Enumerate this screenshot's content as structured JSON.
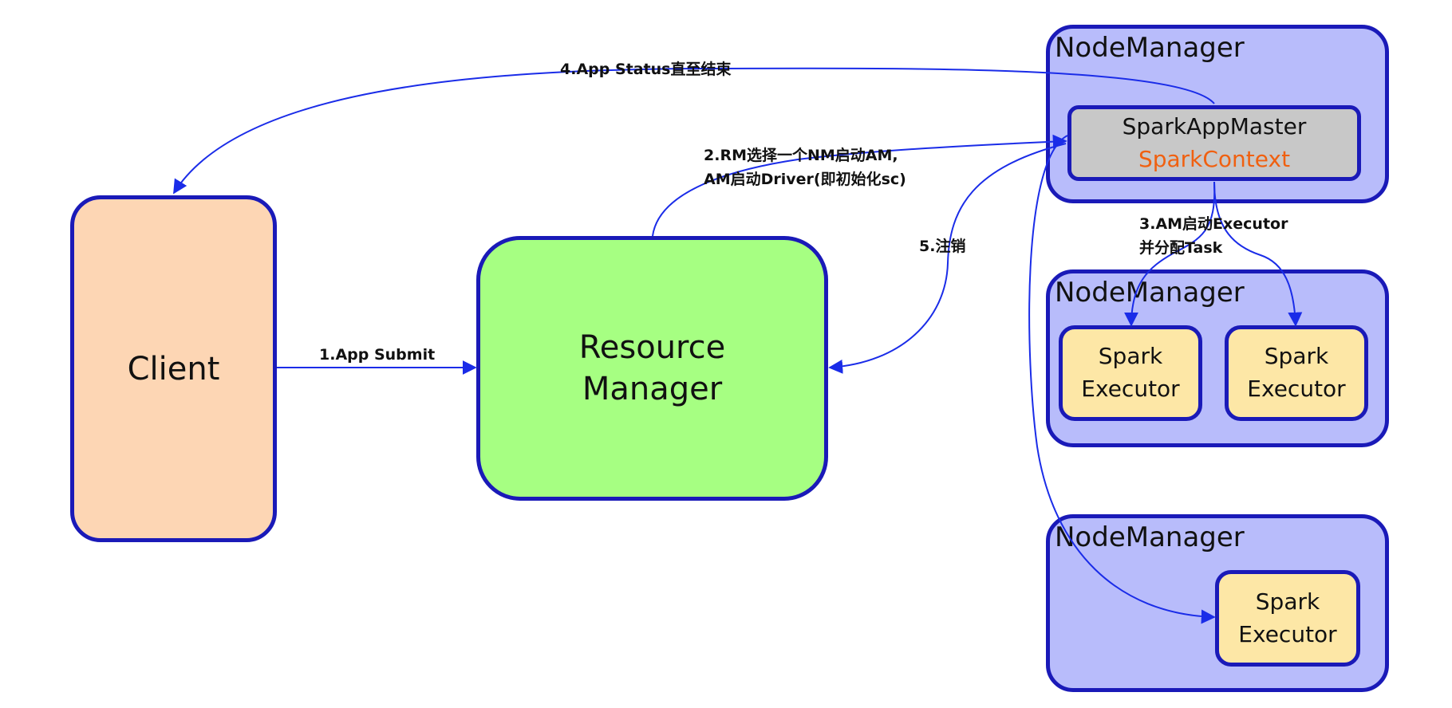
{
  "client": {
    "label": "Client"
  },
  "resource_manager": {
    "line1": "Resource",
    "line2": "Manager"
  },
  "node_managers": [
    {
      "title": "NodeManager"
    },
    {
      "title": "NodeManager"
    },
    {
      "title": "NodeManager"
    }
  ],
  "app_master": {
    "title": "SparkAppMaster",
    "context": "SparkContext"
  },
  "executor": {
    "line1": "Spark",
    "line2": "Executor"
  },
  "edges": {
    "submit": "1.App Submit",
    "rm_start_line1": "2.RM选择一个NM启动AM,",
    "rm_start_line2": "AM启动Driver(即初始化sc)",
    "am_exec_line1": "3.AM启动Executor",
    "am_exec_line2": "并分配Task",
    "status": "4.App Status直至结束",
    "unregister": "5.注销"
  },
  "colors": {
    "border": "#1a1ab8",
    "client_fill": "#fdd6b4",
    "rm_fill": "#a6ff82",
    "nm_fill": "#b8bcfb",
    "am_fill": "#c8c8c8",
    "executor_fill": "#fde7a6",
    "context_text": "#f06010",
    "arrow": "#1a2ce8"
  }
}
